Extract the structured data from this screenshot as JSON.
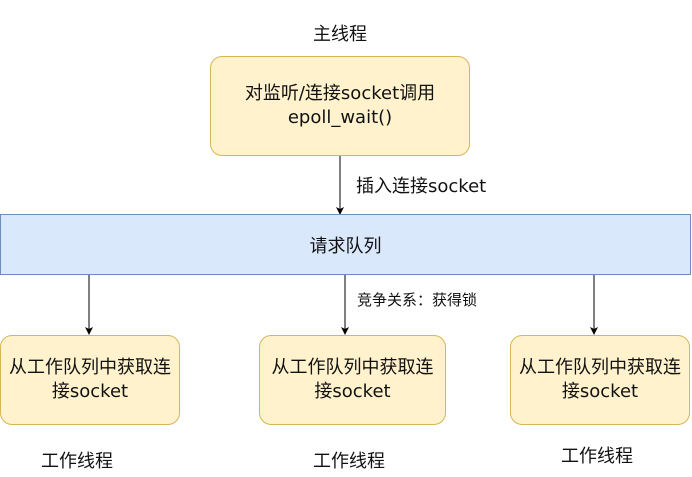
{
  "main_thread": {
    "label": "主线程",
    "box_line1": "对监听/连接socket调用",
    "box_line2": "epoll_wait()"
  },
  "insert_label": "插入连接socket",
  "queue_label": "请求队列",
  "compete_label": "竞争关系：获得锁",
  "workers": [
    {
      "box_text": "从工作队列中获取连接socket",
      "label": "工作线程"
    },
    {
      "box_text": "从工作队列中获取连接socket",
      "label": "工作线程"
    },
    {
      "box_text": "从工作队列中获取连接socket",
      "label": "工作线程"
    }
  ],
  "colors": {
    "thread_box_fill": "#fff2cc",
    "thread_box_border": "#d6b656",
    "queue_fill": "#dae8fc",
    "queue_border": "#6c8ebf"
  }
}
